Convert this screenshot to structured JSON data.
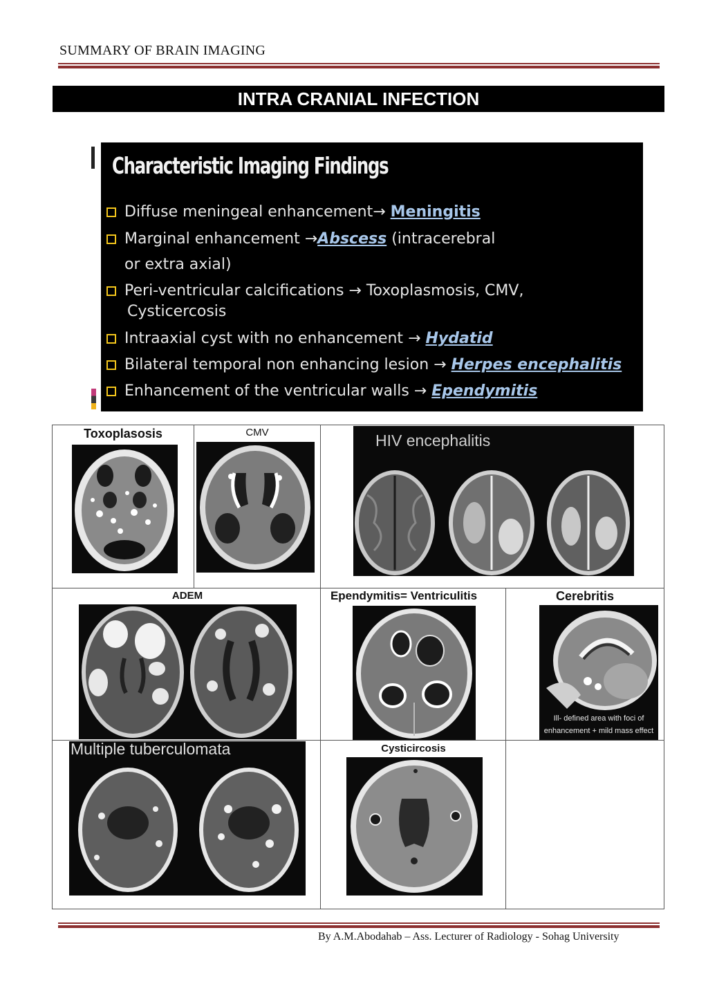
{
  "header": {
    "title": "SUMMARY OF BRAIN IMAGING"
  },
  "section": {
    "title": "INTRA CRANIAL INFECTION"
  },
  "slide": {
    "title": "Characteristic Imaging Findings",
    "bullets": [
      {
        "text": "Diffuse meningeal enhancement",
        "arrow": "→",
        "keyword": "Meningitis"
      },
      {
        "text": "Marginal enhancement ",
        "arrow": "→",
        "keyword": "Abscess",
        "suffix": " (intracerebral"
      },
      {
        "continuation": "or extra axial)"
      },
      {
        "text": "Peri-ventricular calcifications ",
        "arrow": "→",
        "suffix": " Toxoplasmosis, CMV,"
      },
      {
        "continuation": "Cysticercosis"
      },
      {
        "text": "Intraaxial cyst with no enhancement ",
        "arrow": "→",
        "keyword": "Hydatid"
      },
      {
        "text": "Bilateral  temporal non enhancing lesion ",
        "arrow": "→",
        "keyword": "Herpes   encephalitis"
      },
      {
        "text": "Enhancement of the ventricular walls ",
        "arrow": "→",
        "keyword": "Ependymitis"
      }
    ]
  },
  "figures": {
    "toxo": {
      "label": "Toxoplasosis"
    },
    "cmv": {
      "label": "CMV"
    },
    "hiv": {
      "caption": "HIV encephalitis"
    },
    "adem": {
      "label": "ADEM"
    },
    "ependymitis": {
      "label": "Ependymitis= Ventriculitis"
    },
    "cerebritis": {
      "label": "Cerebritis",
      "caption_line1": "Ill- defined area with foci of",
      "caption_line2": "enhancement + mild mass effect"
    },
    "tb": {
      "caption": "Multiple tuberculomata"
    },
    "cysti": {
      "label": "Cysticircosis"
    }
  },
  "footer": {
    "text": "By A.M.Abodahab – Ass. Lecturer of Radiology - Sohag University"
  }
}
